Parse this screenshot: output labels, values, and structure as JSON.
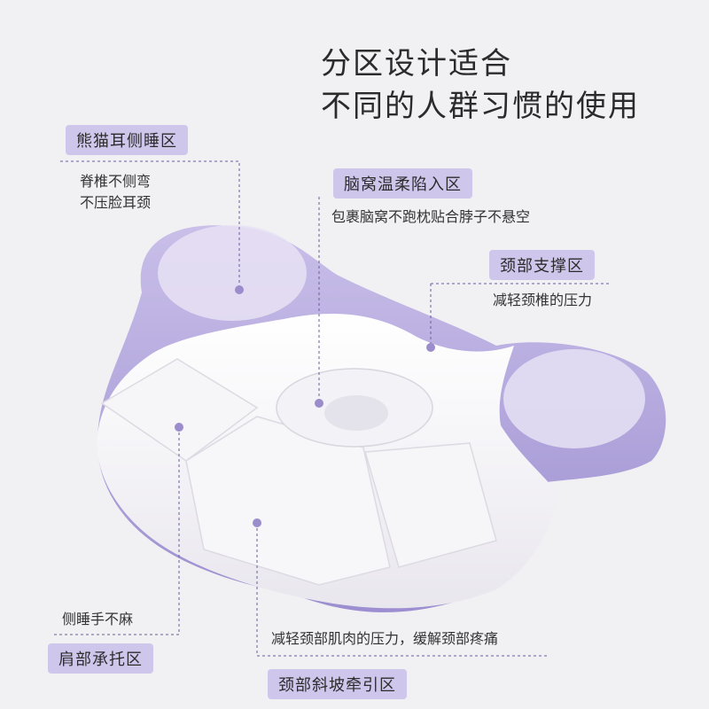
{
  "headline": {
    "line1": "分区设计适合",
    "line2": "不同的人群习惯的使用"
  },
  "zones": {
    "panda_ear": {
      "label": "熊猫耳侧睡区",
      "desc_line1": "脊椎不侧弯",
      "desc_line2": "不压脸耳颈"
    },
    "head_nest": {
      "label": "脑窝温柔陷入区",
      "desc": "包裹脑窝不跑枕贴合脖子不悬空"
    },
    "neck_support": {
      "label": "颈部支撑区",
      "desc": "减轻颈椎的压力"
    },
    "shoulder": {
      "label": "肩部承托区",
      "desc": "侧睡手不麻"
    },
    "neck_slope": {
      "label": "颈部斜坡牵引区",
      "desc": "减轻颈部肌肉的压力，缓解颈部疼痛"
    }
  },
  "colors": {
    "accent_purple": "#a99bd6",
    "tag_bg": "#cfc6ec",
    "leader_line": "#6b5c9a"
  }
}
